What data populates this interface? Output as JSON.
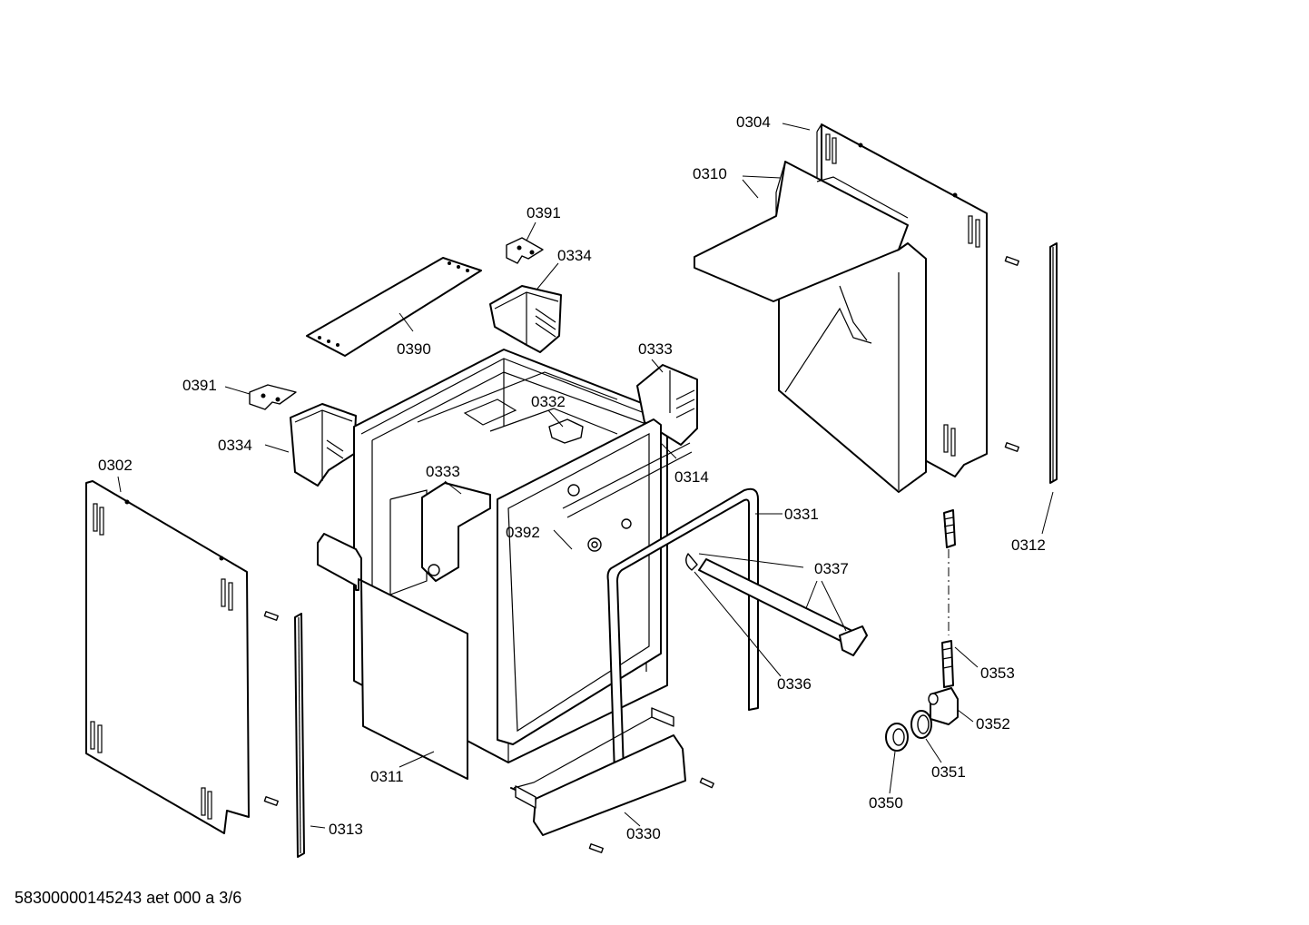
{
  "callouts": [
    {
      "id": "0302",
      "label": "0302"
    },
    {
      "id": "0304",
      "label": "0304"
    },
    {
      "id": "0310",
      "label": "0310"
    },
    {
      "id": "0311",
      "label": "0311"
    },
    {
      "id": "0312",
      "label": "0312"
    },
    {
      "id": "0313",
      "label": "0313"
    },
    {
      "id": "0314",
      "label": "0314"
    },
    {
      "id": "0330",
      "label": "0330"
    },
    {
      "id": "0331",
      "label": "0331"
    },
    {
      "id": "0332",
      "label": "0332"
    },
    {
      "id": "0333a",
      "label": "0333"
    },
    {
      "id": "0333b",
      "label": "0333"
    },
    {
      "id": "0334a",
      "label": "0334"
    },
    {
      "id": "0334b",
      "label": "0334"
    },
    {
      "id": "0336",
      "label": "0336"
    },
    {
      "id": "0337",
      "label": "0337"
    },
    {
      "id": "0350",
      "label": "0350"
    },
    {
      "id": "0351",
      "label": "0351"
    },
    {
      "id": "0352",
      "label": "0352"
    },
    {
      "id": "0353",
      "label": "0353"
    },
    {
      "id": "0390",
      "label": "0390"
    },
    {
      "id": "0391a",
      "label": "0391"
    },
    {
      "id": "0391b",
      "label": "0391"
    },
    {
      "id": "0392",
      "label": "0392"
    }
  ],
  "footer": {
    "doc_code": "58300000145243 aet 000 a 3/6"
  }
}
